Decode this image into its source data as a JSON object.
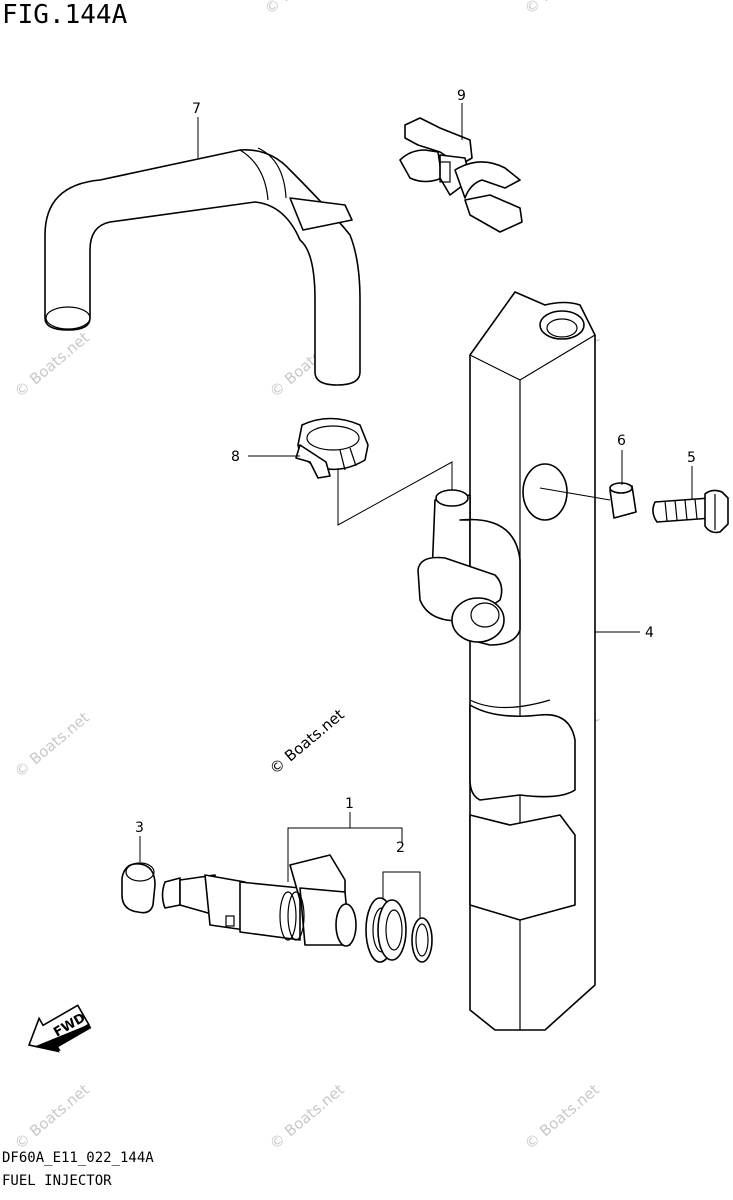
{
  "figure": {
    "title": "FIG.144A",
    "code": "DF60A_E11_022_144A",
    "name": "FUEL INJECTOR"
  },
  "callouts": [
    {
      "id": "1",
      "label": "1"
    },
    {
      "id": "2",
      "label": "2"
    },
    {
      "id": "3",
      "label": "3"
    },
    {
      "id": "4",
      "label": "4"
    },
    {
      "id": "5",
      "label": "5"
    },
    {
      "id": "6",
      "label": "6"
    },
    {
      "id": "7",
      "label": "7"
    },
    {
      "id": "8",
      "label": "8"
    },
    {
      "id": "9",
      "label": "9"
    }
  ],
  "direction_badge": "FWD",
  "watermark": "© Boats.net"
}
